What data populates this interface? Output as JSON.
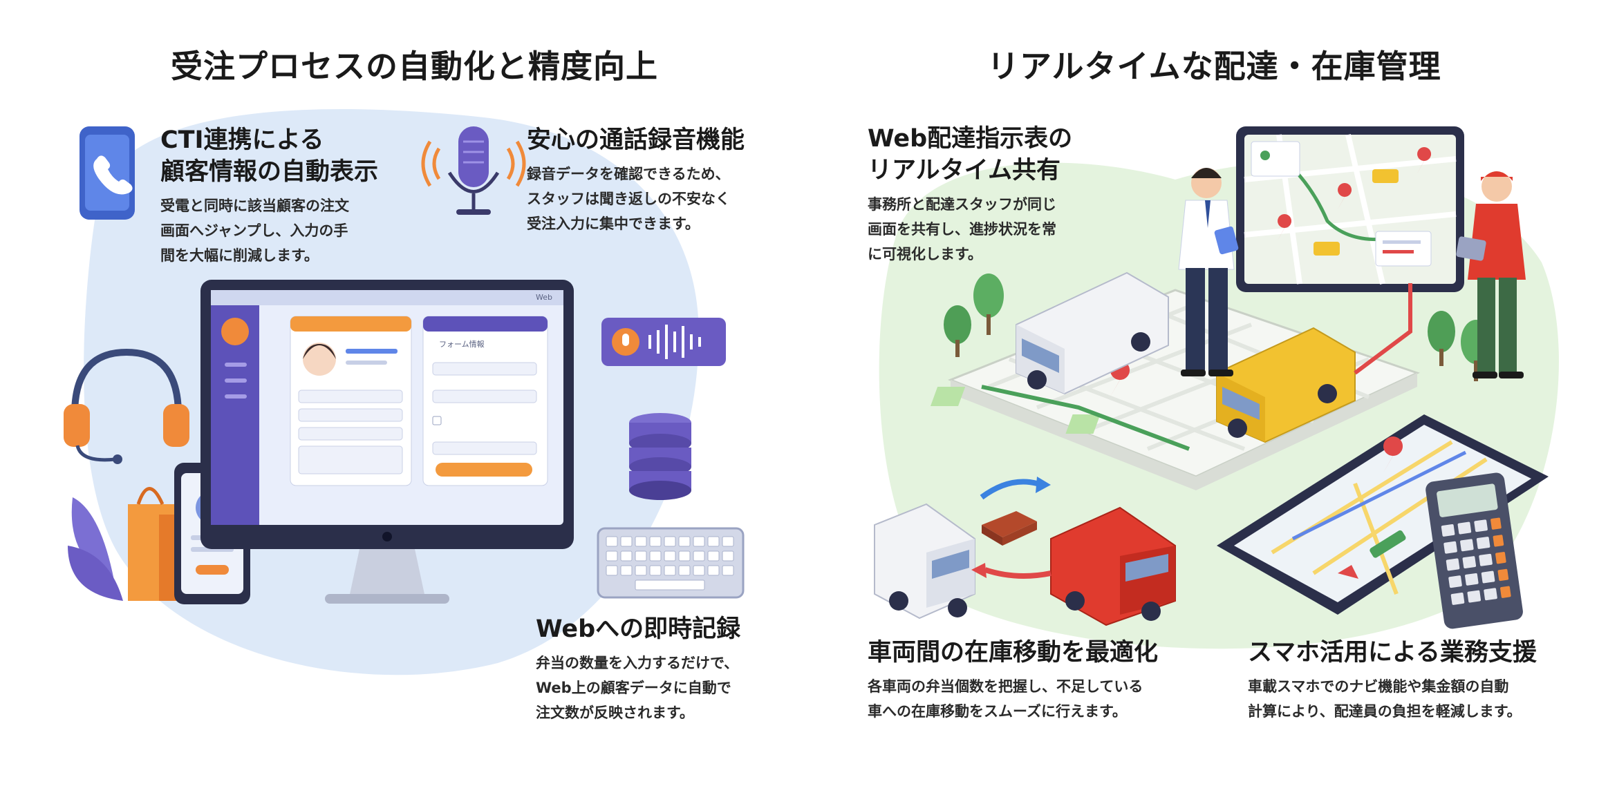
{
  "left": {
    "heading": "受注プロセスの自動化と精度向上",
    "features": [
      {
        "title_lines": [
          "CTI連携による",
          "顧客情報の自動表示"
        ],
        "desc_lines": [
          "受電と同時に該当顧客の注文",
          "画面へジャンプし、入力の手",
          "間を大幅に削減します。"
        ],
        "icon": "smartphone-phone-icon"
      },
      {
        "title_lines": [
          "安心の通話録音機能"
        ],
        "desc_lines": [
          "録音データを確認できるため、",
          "スタッフは聞き返しの不安なく",
          "受注入力に集中できます。"
        ],
        "icon": "microphone-icon"
      },
      {
        "title_lines": [
          "Webへの即時記録"
        ],
        "desc_lines": [
          "弁当の数量を入力するだけで、",
          "Web上の顧客データに自動で",
          "注文数が反映されます。"
        ],
        "icon": "keyboard-icon"
      }
    ],
    "monitor_window_label": "Web",
    "form_title": "フォーム情報"
  },
  "right": {
    "heading": "リアルタイムな配達・在庫管理",
    "features": [
      {
        "title_lines": [
          "Web配達指示表の",
          "リアルタイム共有"
        ],
        "desc_lines": [
          "事務所と配達スタッフが同じ",
          "画面を共有し、進捗状況を常",
          "に可視化します。"
        ],
        "icon": "tablet-map-icon"
      },
      {
        "title_lines": [
          "車両間の在庫移動を最適化"
        ],
        "desc_lines": [
          "各車両の弁当個数を把握し、不足している",
          "車への在庫移動をスムーズに行えます。"
        ],
        "icon": "delivery-van-icon"
      },
      {
        "title_lines": [
          "スマホ活用による業務支援"
        ],
        "desc_lines": [
          "車載スマホでのナビ機能や集金額の自動",
          "計算により、配達員の負担を軽減します。"
        ],
        "icon": "calculator-icon"
      }
    ]
  },
  "colors": {
    "left_blob": "#dce9f8",
    "right_blob": "#e3f3dd",
    "accent_orange": "#f08a3a",
    "accent_purple": "#6b5cc4",
    "map_pin": "#e04848",
    "van_yellow": "#f2c230",
    "van_red": "#e03b2e"
  }
}
